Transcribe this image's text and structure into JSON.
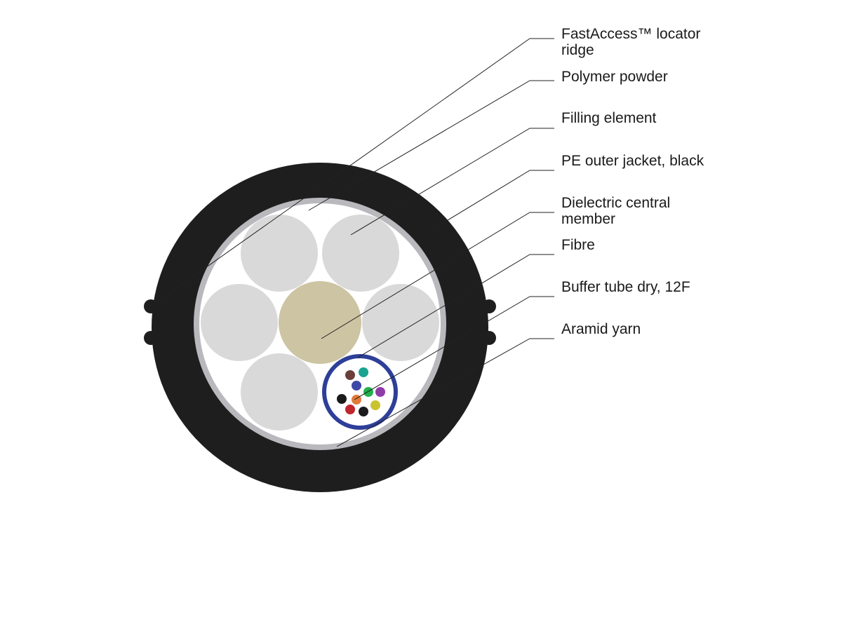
{
  "labels": [
    {
      "id": "locator-ridge",
      "text": "FastAccess™ locator\nridge"
    },
    {
      "id": "polymer-powder",
      "text": "Polymer powder"
    },
    {
      "id": "filling-element",
      "text": "Filling element"
    },
    {
      "id": "outer-jacket",
      "text": "PE outer jacket, black"
    },
    {
      "id": "central-member",
      "text": "Dielectric central\nmember"
    },
    {
      "id": "fibre",
      "text": "Fibre"
    },
    {
      "id": "buffer-tube",
      "text": "Buffer tube dry, 12F"
    },
    {
      "id": "aramid-yarn",
      "text": "Aramid yarn"
    }
  ],
  "colors": {
    "jacket": "#1e1e1e",
    "powder": "#b9b9bd",
    "aramid": "#ffffff",
    "filling": "#d9d9d9",
    "central_member": "#cdc4a3",
    "buffer_tube": "#2e3f99",
    "leader_line": "#222222",
    "fibres": [
      "#6b3f3a",
      "#1aa391",
      "#3f47a6",
      "#22b14c",
      "#8e3ca8",
      "#1b1b1b",
      "#e07b39",
      "#c9c330",
      "#c0272d",
      "#1b1b1b"
    ]
  }
}
